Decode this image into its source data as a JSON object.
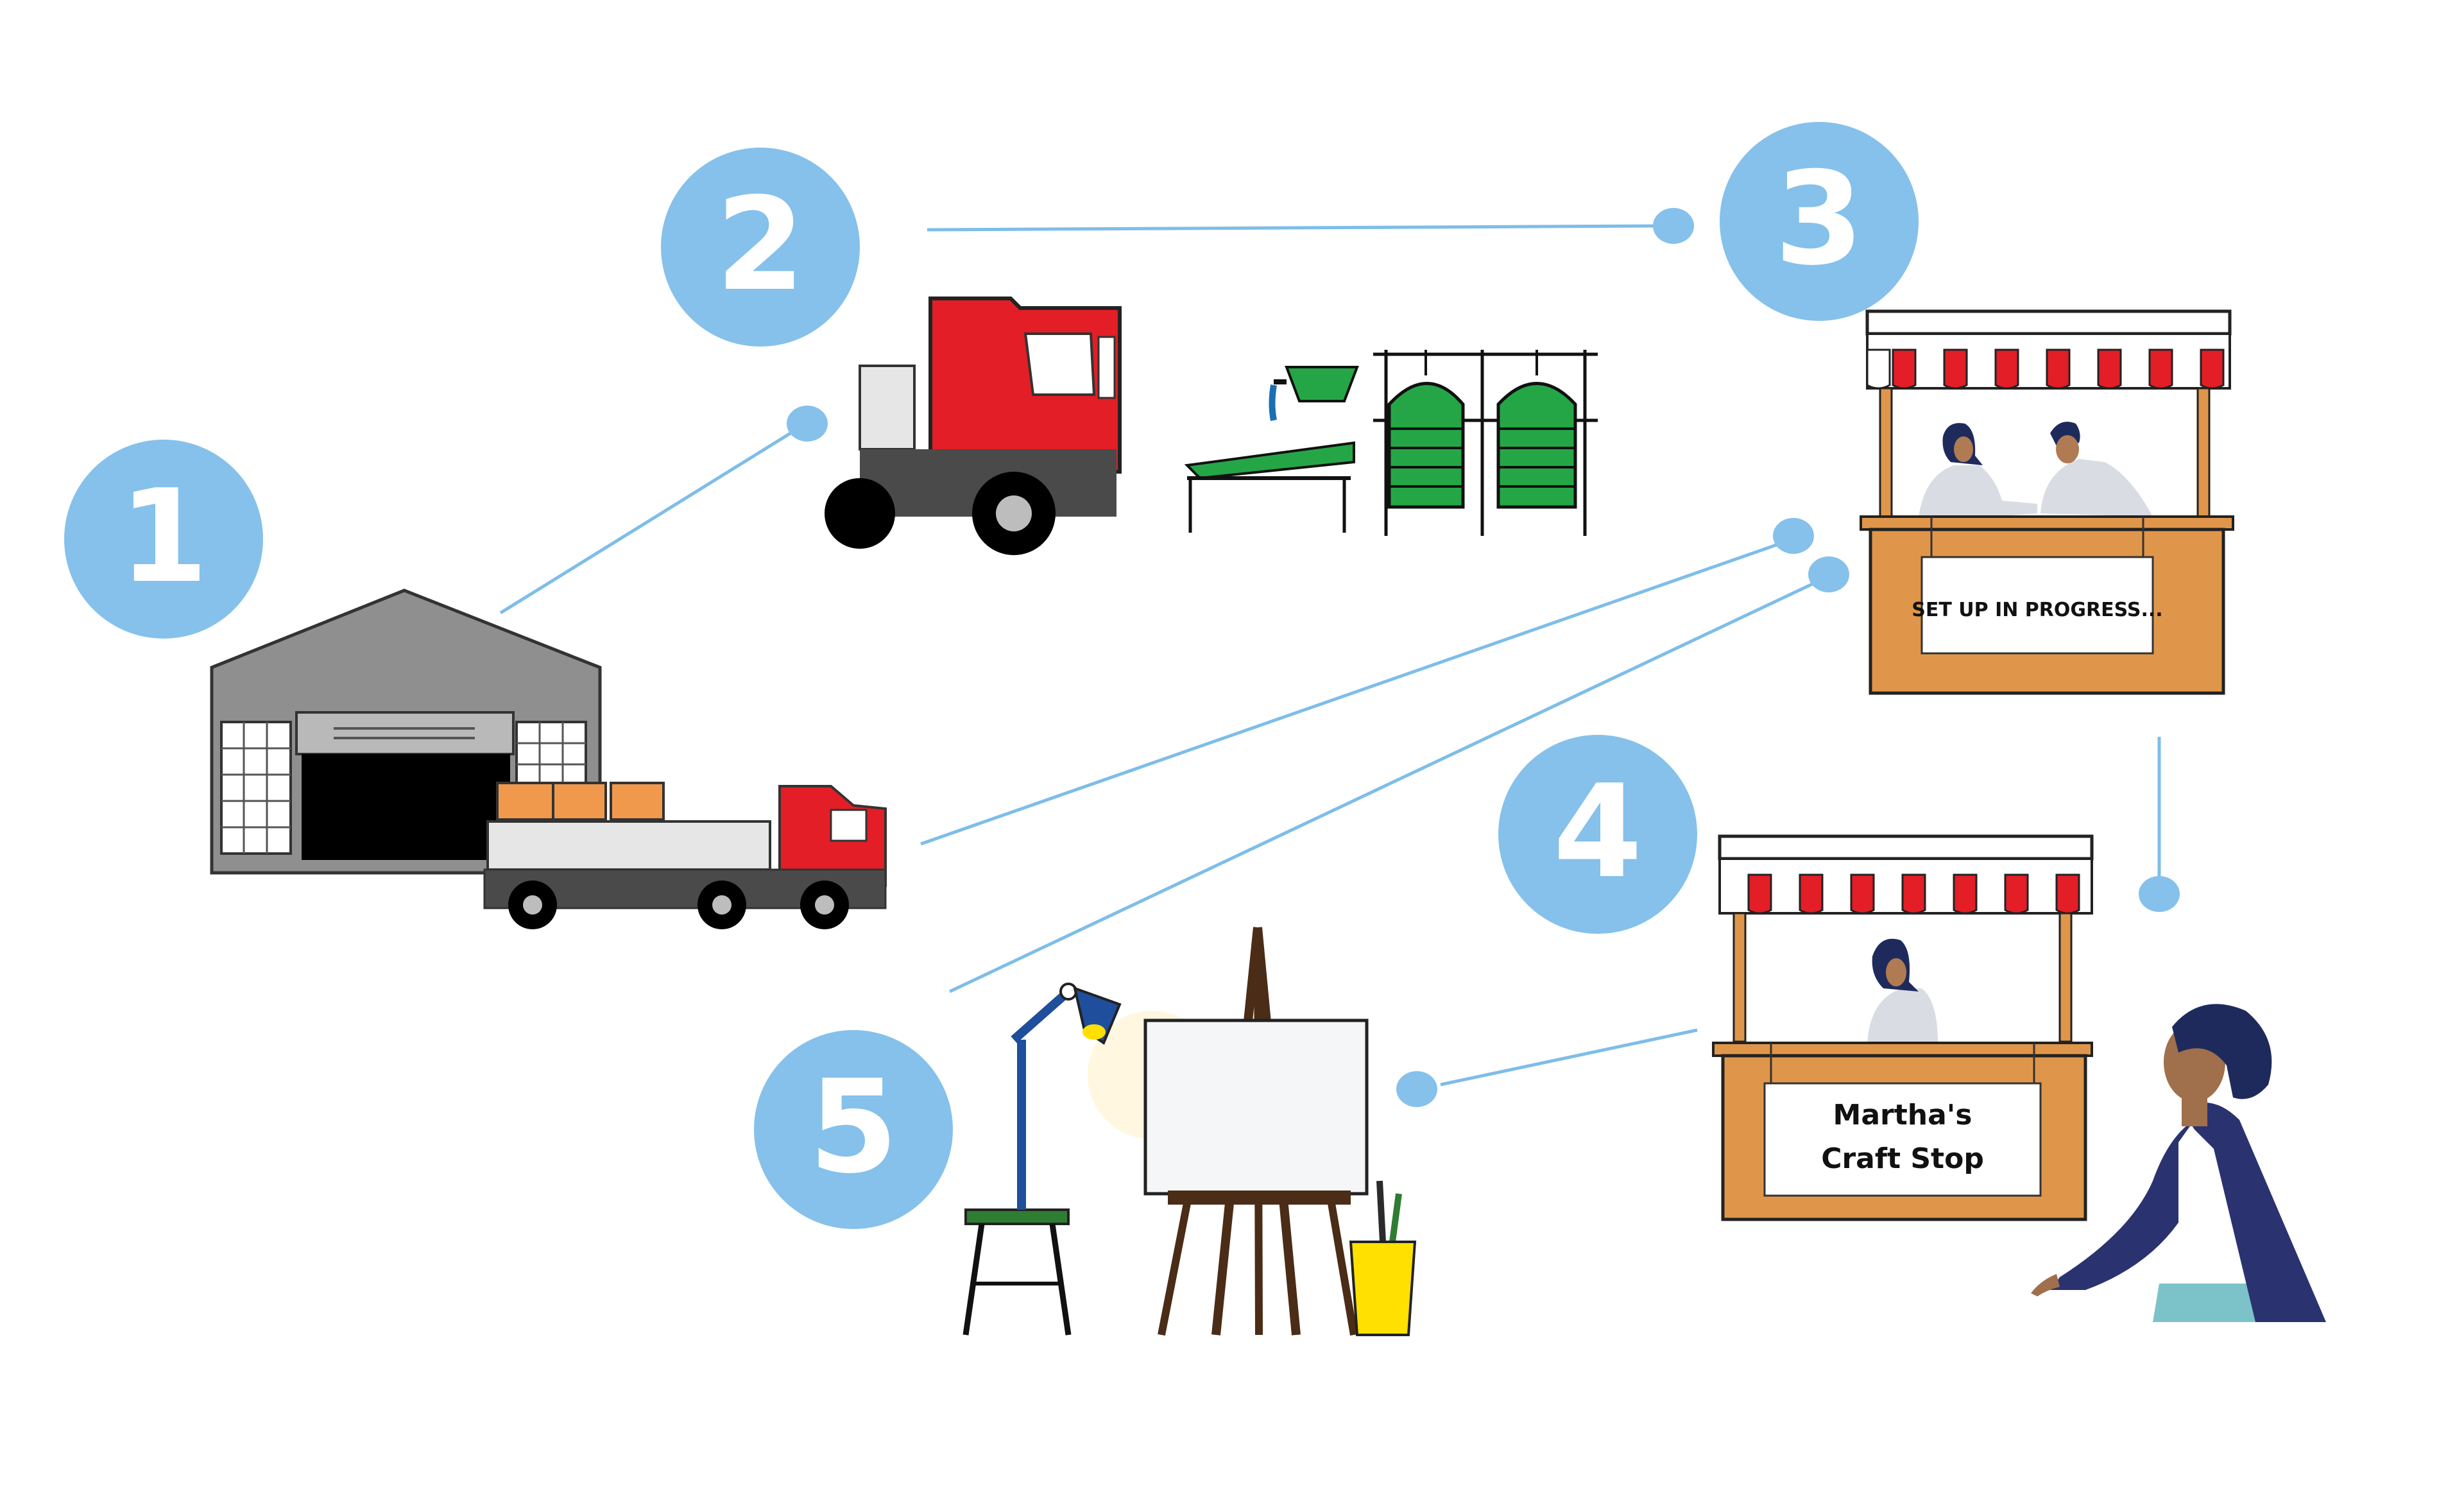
{
  "steps": [
    {
      "number": "1"
    },
    {
      "number": "2"
    },
    {
      "number": "3"
    },
    {
      "number": "4"
    },
    {
      "number": "5"
    }
  ],
  "signs": {
    "stall_3": "SET UP IN PROGRESS...",
    "stall_4_line1": "Martha's",
    "stall_4_line2": "Craft Stop"
  },
  "colors": {
    "step_circle": "#85C1EB",
    "connector": "#7EBDE8",
    "truck_red": "#E31E26",
    "machine_green": "#25A646",
    "stall_wood": "#E0964A",
    "awning_red": "#E31E26",
    "warehouse_gray": "#8F8F8F",
    "jacket_navy": "#2B3270",
    "bucket_yellow": "#FFE000",
    "lamp_blue": "#1F4E9C"
  }
}
